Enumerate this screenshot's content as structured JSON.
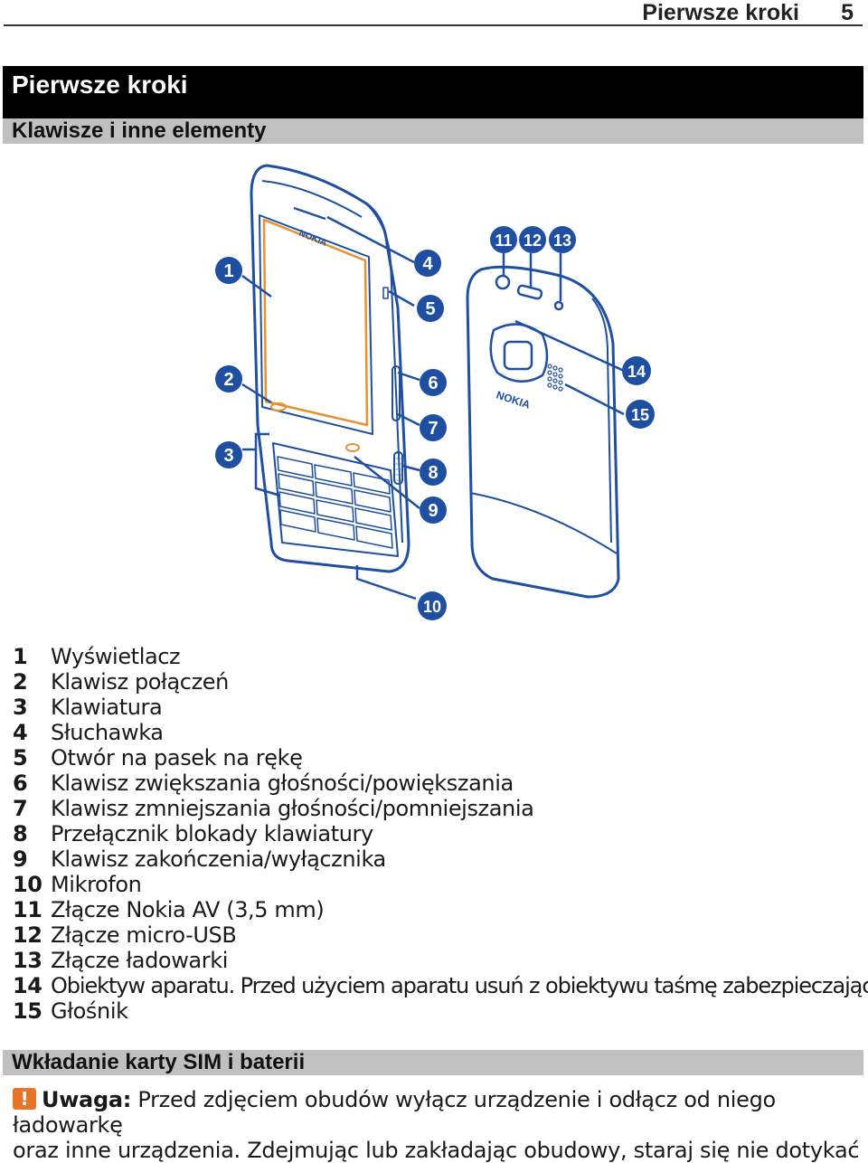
{
  "header": {
    "title": "Pierwsze kroki",
    "page_number": "5"
  },
  "chapter_title": "Pierwsze kroki",
  "section_keys": "Klawisze i inne elementy",
  "figure": {
    "callouts": [
      "1",
      "2",
      "3",
      "4",
      "5",
      "6",
      "7",
      "8",
      "9",
      "10",
      "11",
      "12",
      "13",
      "14",
      "15"
    ],
    "brand_front": "NOKIA",
    "brand_back": "NOKIA"
  },
  "legend": [
    {
      "num": "1",
      "text": "Wyświetlacz"
    },
    {
      "num": "2",
      "text": "Klawisz połączeń"
    },
    {
      "num": "3",
      "text": "Klawiatura"
    },
    {
      "num": "4",
      "text": "Słuchawka"
    },
    {
      "num": "5",
      "text": "Otwór na pasek na rękę"
    },
    {
      "num": "6",
      "text": "Klawisz zwiększania głośności/powiększania"
    },
    {
      "num": "7",
      "text": "Klawisz zmniejszania głośności/pomniejszania"
    },
    {
      "num": "8",
      "text": "Przełącznik blokady klawiatury"
    },
    {
      "num": "9",
      "text": "Klawisz zakończenia/wyłącznika"
    },
    {
      "num": "10",
      "text": "Mikrofon"
    },
    {
      "num": "11",
      "text": "Złącze Nokia AV (3,5 mm)"
    },
    {
      "num": "12",
      "text": "Złącze micro-USB"
    },
    {
      "num": "13",
      "text": "Złącze ładowarki"
    },
    {
      "num": "14",
      "text": "Obiektyw aparatu. Przed użyciem aparatu usuń z obiektywu taśmę zabezpieczającą."
    },
    {
      "num": "15",
      "text": "Głośnik"
    }
  ],
  "section_sim": "Wkładanie karty SIM i baterii",
  "note": {
    "icon": "warning-icon",
    "label": "Uwaga:",
    "line1": " Przed zdjęciem obudów wyłącz urządzenie i odłącz od niego ładowarkę",
    "line2": "oraz inne urządzenia. Zdejmując lub zakładając obudowy, staraj się nie dotykać"
  },
  "colors": {
    "accent": "#1f4fa0",
    "screen": "#e8912e",
    "warning": "#e8742a"
  }
}
